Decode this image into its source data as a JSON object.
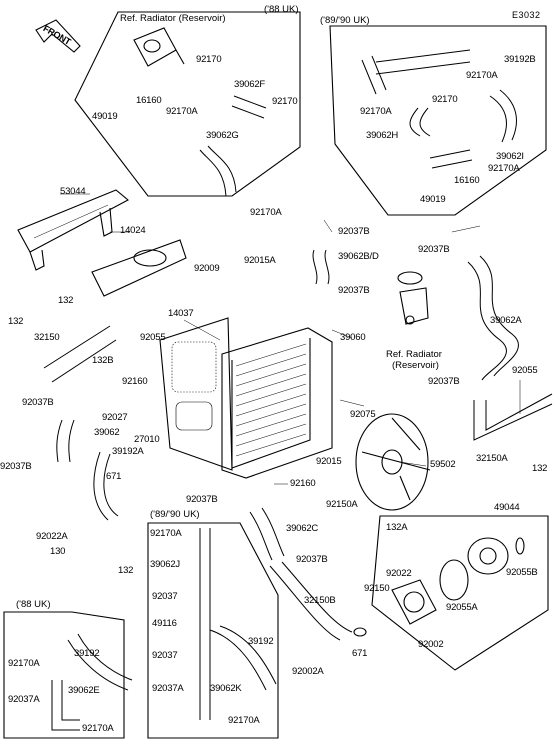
{
  "diagram_code": "E3032",
  "front_label": "FRONT",
  "boxes": {
    "uk88_top": {
      "header": "('88 UK)",
      "ref": "Ref. Radiator  (Reservoir)"
    },
    "uk8990_top": {
      "header": "('89/'90 UK)"
    },
    "uk8990_bottom": {
      "header": "('89/'90 UK)"
    },
    "uk88_bottom": {
      "header": "('88 UK)"
    }
  },
  "ref_center": {
    "line1": "Ref. Radiator",
    "line2": "(Reservoir)"
  },
  "parts": {
    "p92170_a": "92170",
    "p16160_a": "16160",
    "p49019_a": "49019",
    "p92170A_a": "92170A",
    "p39062F": "39062F",
    "p92170_b": "92170",
    "p39062G": "39062G",
    "p92170A_b": "92170A",
    "p39192B": "39192B",
    "p92170A_c": "92170A",
    "p92170A_d": "92170A",
    "p92170_c": "92170",
    "p39062H": "39062H",
    "p39062I": "39062I",
    "p92170A_e": "92170A",
    "p16160_b": "16160",
    "p49019_b": "49019",
    "p53044": "53044",
    "p14024": "14024",
    "p92037B_a": "92037B",
    "p39062BD": "39062B/D",
    "p92037B_b": "92037B",
    "p92009": "92009",
    "p92015A": "92015A",
    "p92037B_c": "92037B",
    "p132_a": "132",
    "p132_b": "132",
    "p14037": "14037",
    "p32150": "32150",
    "p92055_a": "92055",
    "p39060": "39060",
    "p39062A": "39062A",
    "p132B": "132B",
    "p92160_a": "92160",
    "p92037B_d": "92037B",
    "p92027": "92027",
    "p92055_b": "92055",
    "p92037B_e": "92037B",
    "p92075": "92075",
    "p39062_a": "39062",
    "p27010": "27010",
    "p92037B_f": "92037B",
    "p39192A": "39192A",
    "p92015": "92015",
    "p59502": "59502",
    "p32150A": "32150A",
    "p132_c": "132",
    "p92160_b": "92160",
    "p671_a": "671",
    "p92150A": "92150A",
    "p92037B_g": "92037B",
    "p49044": "49044",
    "p92022A": "92022A",
    "p39062C": "39062C",
    "p130": "130",
    "p132_d": "132",
    "p92170A_f": "92170A",
    "p39062J": "39062J",
    "p92037B_h": "92037B",
    "p132A": "132A",
    "p92037_a": "92037",
    "p92022": "92022",
    "p92150": "92150",
    "p92055B": "92055B",
    "p32150B": "32150B",
    "p92055A": "92055A",
    "p49116": "49116",
    "p39192_a": "39192",
    "p92037_b": "92037",
    "p671_b": "671",
    "p92002": "92002",
    "p39192_b": "39192",
    "p92002A": "92002A",
    "p92037A_a": "92037A",
    "p39062K": "39062K",
    "p92170A_g": "92170A",
    "p92170A_h": "92170A",
    "p39062E": "39062E",
    "p92037A_b": "92037A",
    "p92170A_i": "92170A"
  }
}
